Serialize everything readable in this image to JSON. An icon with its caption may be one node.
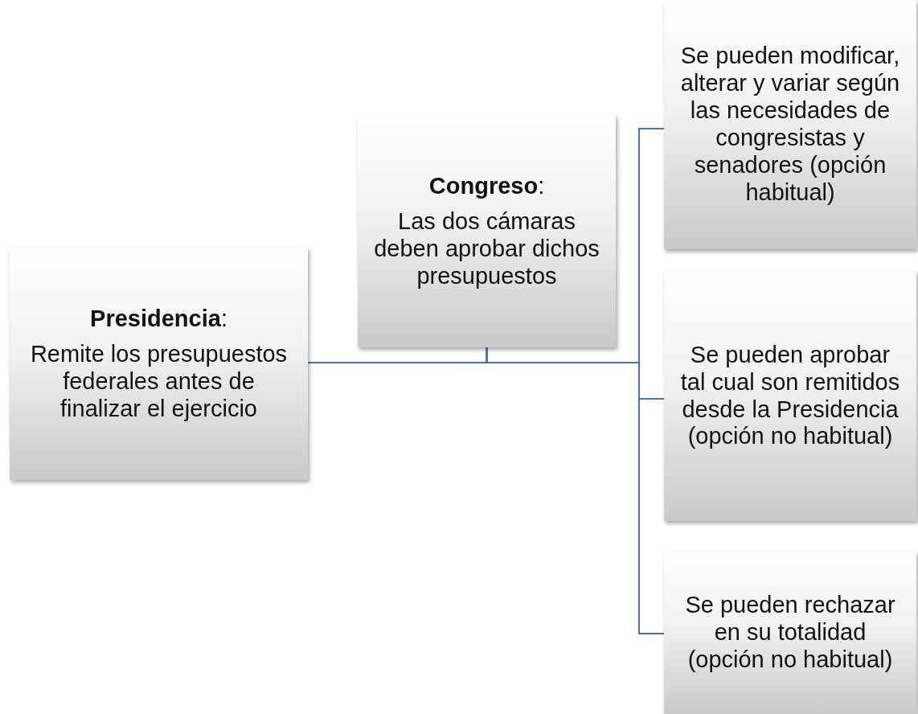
{
  "diagram": {
    "nodes": [
      {
        "text": [
          "**Presidencia**:",
          "Remite los presupuestos federales antes de finalizar el ejercicio"
        ]
      },
      {
        "text": [
          "**Congreso**:",
          "Las dos cámaras deben aprobar dichos presupuestos"
        ]
      },
      {
        "text": [
          "Se pueden modificar, alterar y variar según las necesidades de congresistas y senadores (opción habitual)"
        ]
      },
      {
        "text": [
          "Se pueden aprobar tal cual son remitidos desde la Presidencia (opción no habitual)"
        ]
      },
      {
        "text": [
          "Se pueden rechazar en su totalidad (opción no habitual)"
        ]
      }
    ],
    "edges": [
      {
        "from": 0,
        "to": 1,
        "arrow": "none"
      },
      {
        "from": 1,
        "to": 2,
        "arrow": "none"
      },
      {
        "from": 1,
        "to": 3,
        "arrow": "none"
      },
      {
        "from": 1,
        "to": 4,
        "arrow": "none"
      }
    ]
  }
}
